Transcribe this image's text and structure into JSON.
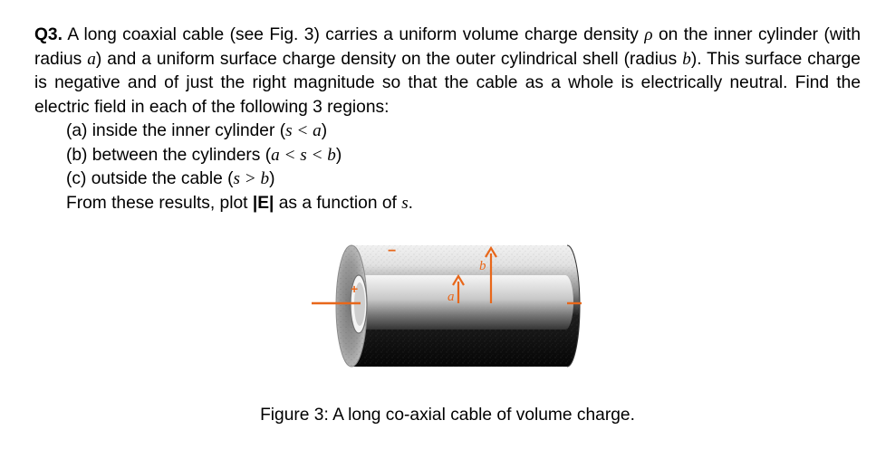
{
  "problem": {
    "label": "Q3.",
    "p1_a": "A long coaxial cable (see Fig. 3) carries a uniform volume charge density",
    "rho": "ρ",
    "p1_b": "on the inner cylinder (with radius",
    "a": "a",
    "p1_c": ") and a uniform surface charge density on the outer cylindrical shell (radius",
    "b": "b",
    "p1_d": "). This surface charge is negative and of just the right magnitude so that the cable as a whole is electrically neutral. Find the electric field in each of the following 3 regions:",
    "parts": [
      {
        "text": "(a) inside the inner cylinder (",
        "math": "s < a",
        "close": ")"
      },
      {
        "text": "(b) between the cylinders (",
        "math": "a < s < b",
        "close": ")"
      },
      {
        "text": "(c) outside the cable (",
        "math": "s > b",
        "close": ")"
      }
    ],
    "final_a": "From these results, plot",
    "final_E": "|E|",
    "final_b": "as a function of",
    "s": "s",
    "final_end": "."
  },
  "figure": {
    "label_a": "a",
    "label_b": "b",
    "plus_sign": "+",
    "minus_sign": "−",
    "accent_color": "#e8671a",
    "caption": "Figure 3: A long co-axial cable of volume charge."
  }
}
